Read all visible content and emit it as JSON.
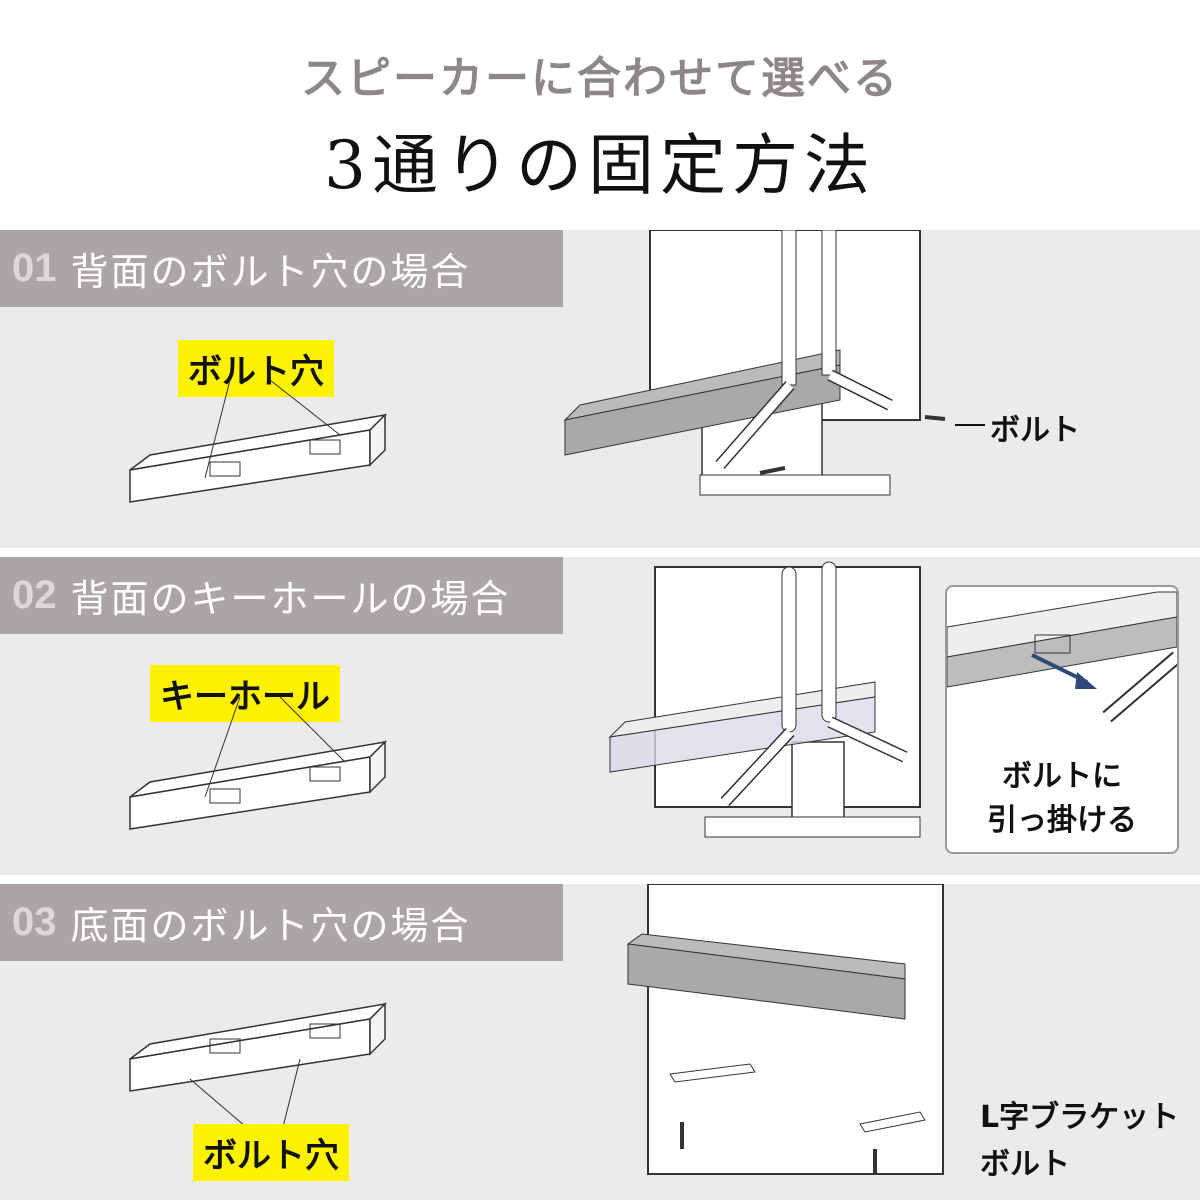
{
  "header": {
    "subtitle": "スピーカーに合わせて選べる",
    "title": "3通りの固定方法"
  },
  "sections": [
    {
      "number": "01",
      "label": "背面のボルト穴の場合",
      "tag": "ボルト穴",
      "callouts": [
        "ボルト"
      ]
    },
    {
      "number": "02",
      "label": "背面のキーホールの場合",
      "tag": "キーホール",
      "bubble_text": [
        "ボルトに",
        "引っ掛ける"
      ]
    },
    {
      "number": "03",
      "label": "底面のボルト穴の場合",
      "tag": "ボルト穴",
      "callouts": [
        "L字ブラケット",
        "ボルト"
      ]
    }
  ],
  "colors": {
    "band": "#aba5a8",
    "section_bg": "#ebeaec",
    "highlight": "#fff200",
    "arrow": "#2d4a7a"
  }
}
